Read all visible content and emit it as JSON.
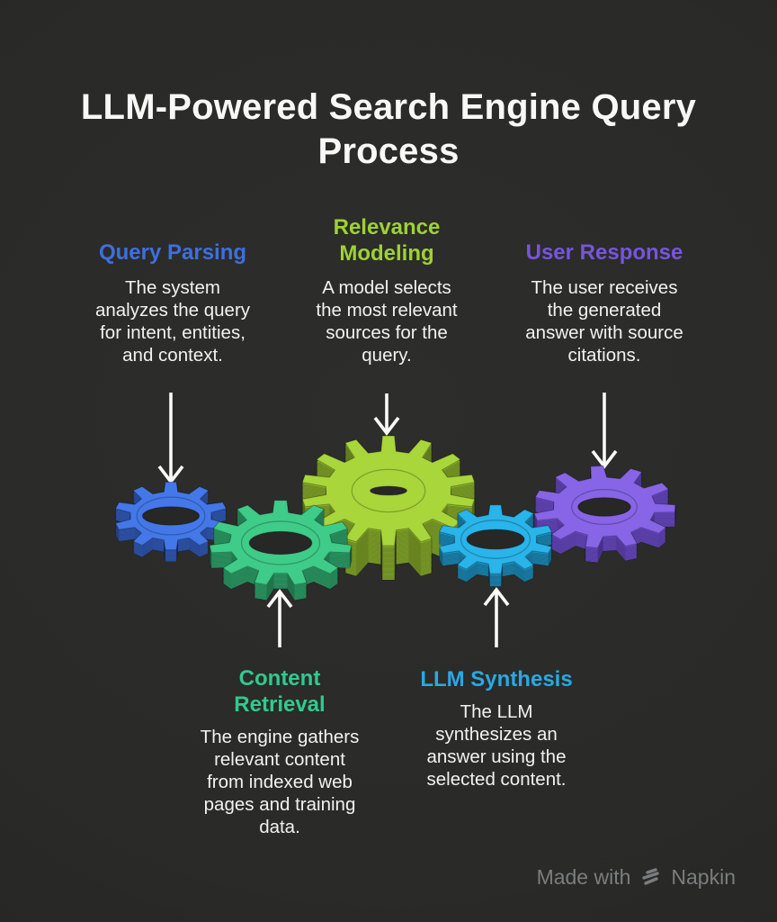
{
  "title": "LLM-Powered Search Engine Query\nProcess",
  "steps": [
    {
      "id": "query-parsing",
      "heading": "Query Parsing",
      "color": "#3e6fe0",
      "body": "The system\nanalyzes the query\nfor intent, entities,\nand context."
    },
    {
      "id": "relevance-modeling",
      "heading": "Relevance\nModeling",
      "color": "#9ed135",
      "body": "A model selects\nthe most relevant\nsources for the\nquery."
    },
    {
      "id": "user-response",
      "heading": "User Response",
      "color": "#7655dd",
      "body": "The user receives\nthe generated\nanswer with source\ncitations."
    },
    {
      "id": "content-retrieval",
      "heading": "Content\nRetrieval",
      "color": "#2ecb8e",
      "body": "The engine gathers\nrelevant content\nfrom indexed web\npages and training\ndata."
    },
    {
      "id": "llm-synthesis",
      "heading": "LLM Synthesis",
      "color": "#29a9e2",
      "body": "The LLM\nsynthesizes an\nanswer using the\nselected content."
    }
  ],
  "gears": [
    {
      "name": "gear-query-parsing",
      "color": "#4478e8",
      "side": "#3560c2"
    },
    {
      "name": "gear-relevance-modeling",
      "color": "#a9d63a",
      "side": "#8db32d"
    },
    {
      "name": "gear-user-response",
      "color": "#8765e6",
      "side": "#6f4ecf"
    },
    {
      "name": "gear-content-retrieval",
      "color": "#3fcb88",
      "side": "#30a96e"
    },
    {
      "name": "gear-llm-synthesis",
      "color": "#29b4ea",
      "side": "#1e93c3"
    }
  ],
  "footer": {
    "made_with": "Made with",
    "brand": "Napkin",
    "color": "#7b7d7f"
  }
}
